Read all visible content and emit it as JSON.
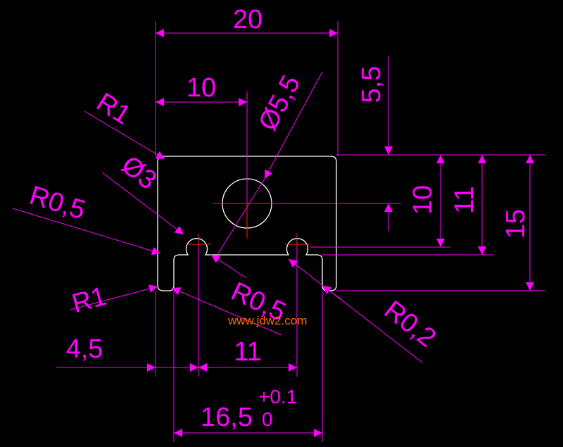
{
  "colors": {
    "background": "#000000",
    "dimension": "#ff00ff",
    "outline": "#ffffff",
    "centerline": "#ff2020",
    "watermark": "#ff6a00"
  },
  "dimensions": {
    "width_20": "20",
    "width_10": "10",
    "dia_5_5": "Ø5,5",
    "dia_3": "Ø3",
    "r1_top": "R1",
    "r0_5_left": "R0,5",
    "r1_bottom": "R1",
    "r0_5_bottom": "R0,5",
    "r0_2": "R0,2",
    "v5_5": "5,5",
    "v10": "10",
    "v11": "11",
    "v15": "15",
    "h4_5": "4,5",
    "h11": "11",
    "h16_5": "16,5",
    "tol_upper": "+0.1",
    "tol_lower": "0"
  },
  "watermark": "www.jdw2.com"
}
